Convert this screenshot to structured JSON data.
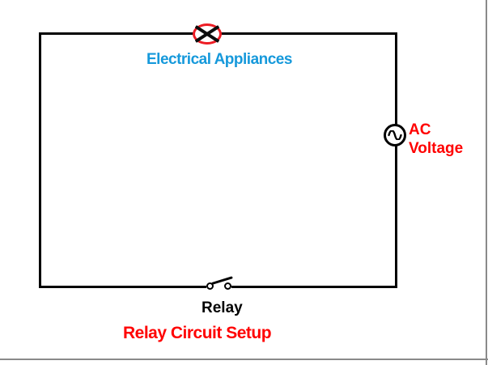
{
  "diagram": {
    "type": "circuit",
    "title": "Relay Circuit Setup",
    "labels": {
      "appliance": "Electrical Appliances",
      "ac_line1": "AC",
      "ac_line2": "Voltage",
      "relay": "Relay"
    },
    "components": [
      {
        "id": "electrical-appliances",
        "symbol": "lamp-cross-in-circle",
        "position": "top-wire"
      },
      {
        "id": "ac-voltage-source",
        "symbol": "sine-wave-in-circle",
        "position": "right-wire"
      },
      {
        "id": "relay-switch",
        "symbol": "open-switch-two-terminals",
        "position": "bottom-wire"
      }
    ],
    "colors": {
      "wire": "#000000",
      "lamp_outline": "#ED1C24",
      "appliance_label": "#1699DB",
      "ac_label": "#FF0000",
      "relay_label": "#000000",
      "title": "#FF0000",
      "frame_edge": "#8A8A8A"
    }
  }
}
